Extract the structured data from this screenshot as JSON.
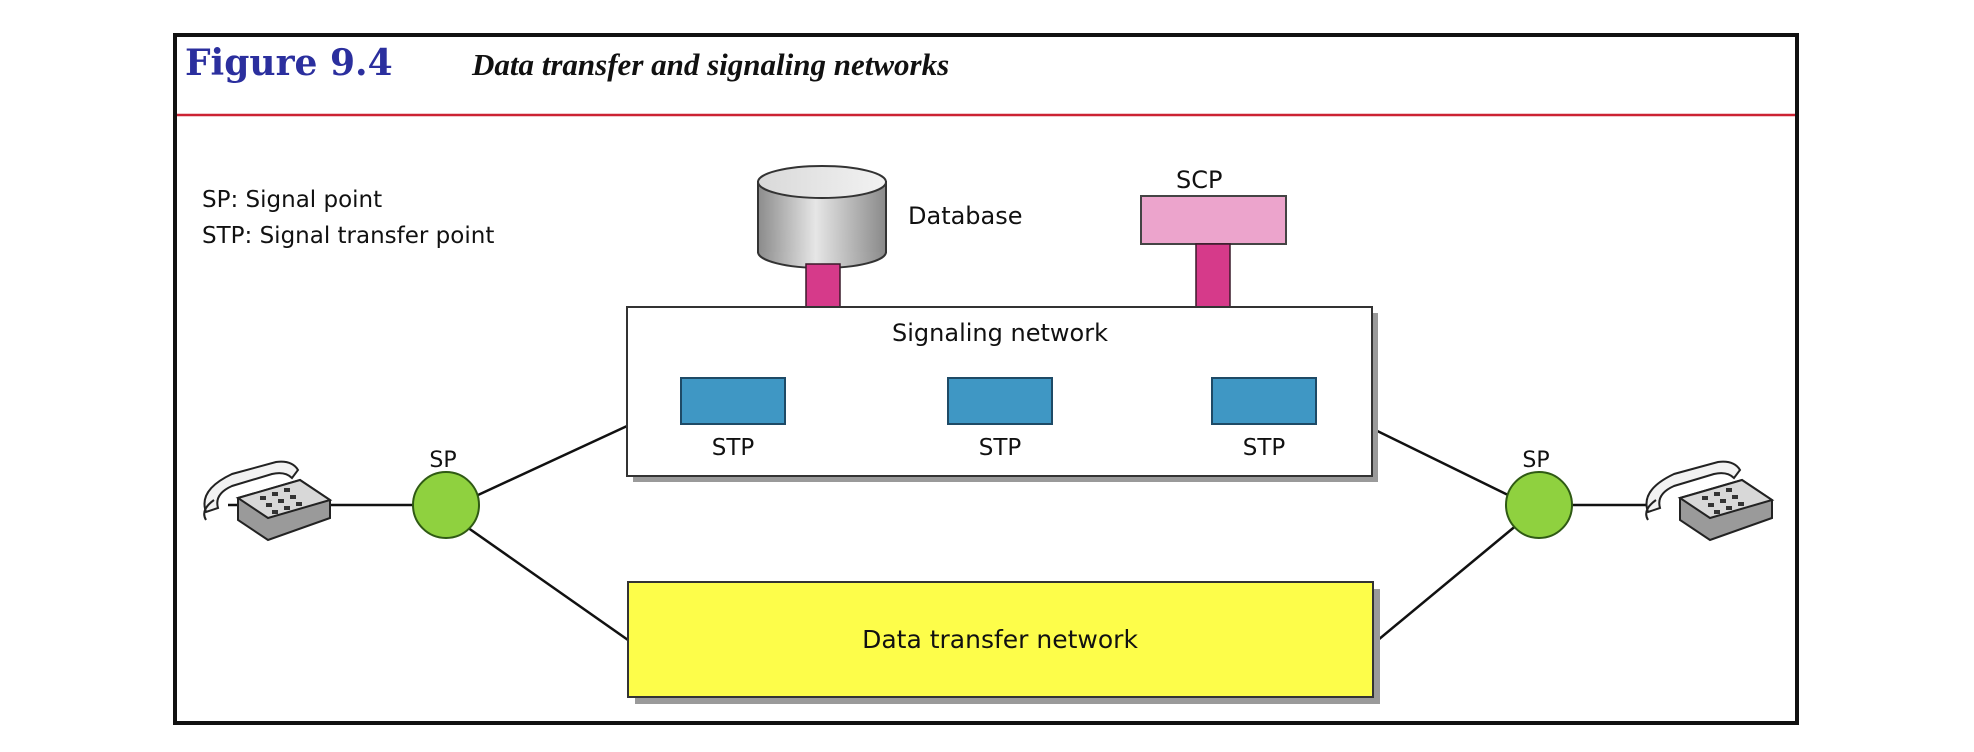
{
  "figure": {
    "number": "Figure 9.4",
    "caption": "Data transfer and signaling networks"
  },
  "legend": {
    "line1": "SP: Signal point",
    "line2": "STP: Signal transfer point"
  },
  "database": {
    "label": "Database"
  },
  "scp": {
    "label": "SCP"
  },
  "signaling_network": {
    "label": "Signaling network",
    "stps": [
      {
        "label": "STP"
      },
      {
        "label": "STP"
      },
      {
        "label": "STP"
      }
    ]
  },
  "data_transfer_network": {
    "label": "Data transfer network"
  },
  "left_sp": {
    "label": "SP"
  },
  "right_sp": {
    "label": "SP"
  },
  "colors": {
    "title_blue": "#2b2f9e",
    "divider_red": "#cc2233",
    "connector_magenta": "#d63a8a",
    "scp_pink": "#eca4cc",
    "stp_blue": "#3f97c4",
    "sp_green": "#8fd13f",
    "data_net_yellow": "#fdfd4a",
    "database_gray": "#b9b9b9"
  },
  "icons": {
    "left_phone": "telephone-icon",
    "right_phone": "telephone-icon",
    "database": "database-cylinder-icon"
  }
}
